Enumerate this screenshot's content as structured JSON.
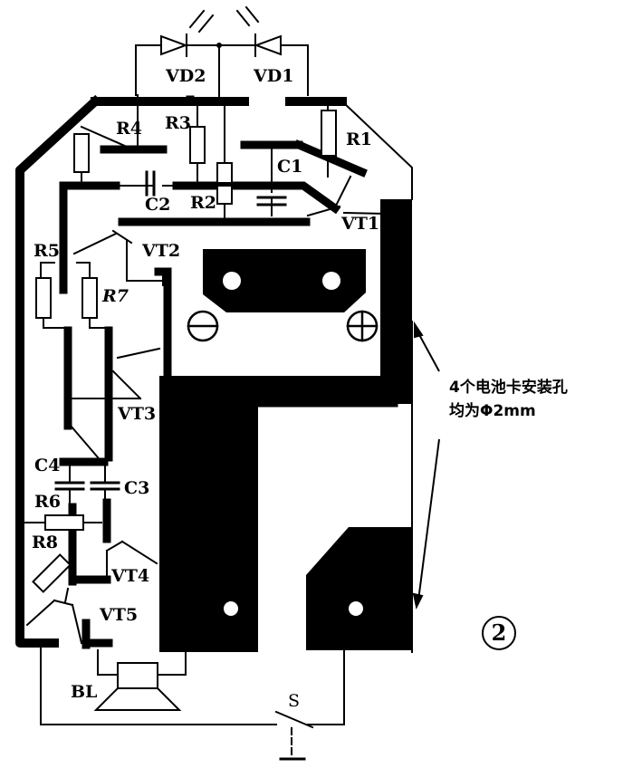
{
  "figure": {
    "number_label": "2",
    "note_line1": "4个电池卡安装孔",
    "note_line2": "均为Φ2mm"
  },
  "components": {
    "VD1": "VD1",
    "VD2": "VD2",
    "R1": "R1",
    "R2": "R2",
    "R3": "R3",
    "R4": "R4",
    "R5": "R5",
    "R6": "R6",
    "R7": "R7",
    "R8": "R8",
    "C1": "C1",
    "C2": "C2",
    "C3": "C3",
    "C4": "C4",
    "VT1": "VT1",
    "VT2": "VT2",
    "VT3": "VT3",
    "VT4": "VT4",
    "VT5": "VT5",
    "BL": "BL",
    "S": "S"
  },
  "battery": {
    "negative_symbol": "minus-circle",
    "positive_symbol": "plus-circle"
  },
  "colors": {
    "ink": "#000000",
    "paper": "#ffffff"
  }
}
